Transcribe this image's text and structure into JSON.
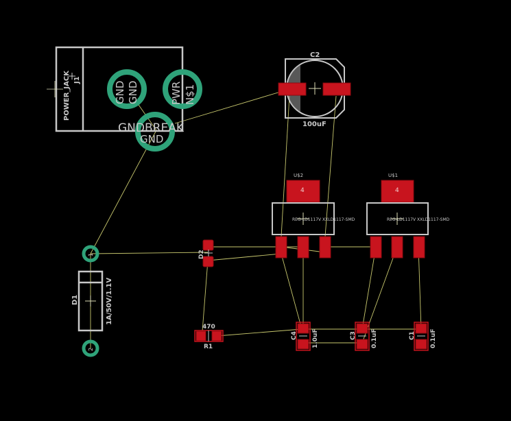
{
  "colors": {
    "background": "#000000",
    "silkscreen": "#c8c8c8",
    "pad_red": "#c8141e",
    "pad_red_dark": "#8c0a10",
    "via_green": "#2fa37a",
    "airwire": "#c8c86e",
    "origin_cross": "#dcdcb4"
  },
  "power_jack": {
    "designator": "J1",
    "label": "POWER_JACK"
  },
  "pads_text": {
    "gnd": "GND",
    "gnd_inner": "GND",
    "pwr": "PWR",
    "ns1": "N$1",
    "gndbreak": "GNDBREAK",
    "gndbreak_sub": "GND"
  },
  "c2": {
    "designator": "C2",
    "value": "100uF"
  },
  "u2": {
    "designator": "U$2",
    "tab": "4",
    "label": "REG-LD1117V XXLD1117-SMD"
  },
  "u1": {
    "designator": "U$1",
    "tab": "4",
    "label": "REG-LD1117V XXLD1117-SMD"
  },
  "d2": {
    "designator": "D2"
  },
  "d1": {
    "designator": "D1",
    "value": "1A/50V/1.1V",
    "pin1": "1",
    "pin2": "2"
  },
  "r1": {
    "designator": "R1",
    "value": "470"
  },
  "c4": {
    "designator": "C4",
    "value": "1.0uF"
  },
  "c3": {
    "designator": "C3",
    "value": "0.1uF"
  },
  "c1": {
    "designator": "C1",
    "value": "0.1uF"
  }
}
